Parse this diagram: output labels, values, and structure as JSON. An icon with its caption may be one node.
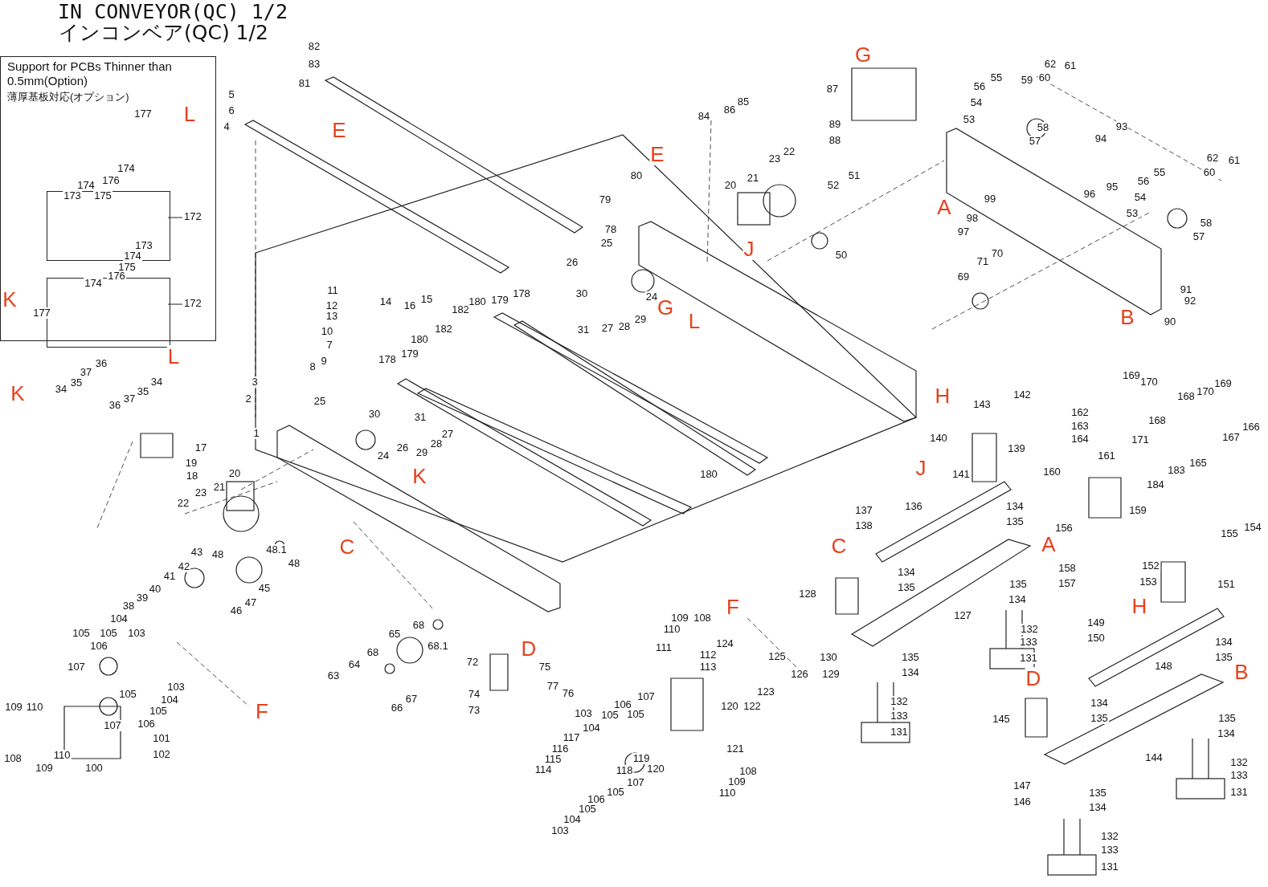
{
  "diagram": {
    "title": "IN CONVEYOR(QC) 1/2",
    "nodes": [
      {
        "text": [
          "Support for PCBs Thinner than 0.5mm(Option)",
          "薄厚基板対応(オプション)"
        ]
      },
      {
        "text": [],
        "shape": "box",
        "in": 0,
        "beside": [
          "172"
        ]
      },
      {
        "text": [],
        "shape": "box",
        "in": 0,
        "beside": [
          "172"
        ]
      }
    ],
    "edges": [],
    "labels": [
      "インコンベア(QC) 1/2",
      "L",
      "K",
      "L",
      "K",
      "E",
      "E",
      "G",
      "A",
      "J",
      "G",
      "L",
      "B",
      "H",
      "K",
      "C",
      "D",
      "F",
      "F",
      "C",
      "A",
      "J",
      "H",
      "D",
      "B",
      "82",
      "83",
      "81",
      "5",
      "6",
      "4",
      "177",
      "174",
      "173",
      "174",
      "176",
      "175",
      "173",
      "174",
      "175",
      "176",
      "174",
      "177",
      "36",
      "37",
      "35",
      "34",
      "36",
      "37",
      "35",
      "34",
      "11",
      "12",
      "13",
      "14",
      "16",
      "15",
      "10",
      "7",
      "9",
      "8",
      "182",
      "3",
      "2",
      "1",
      "178",
      "179",
      "180",
      "25",
      "30",
      "31",
      "26",
      "24",
      "29",
      "28",
      "27",
      "17",
      "19",
      "18",
      "20",
      "21",
      "23",
      "22",
      "43",
      "42",
      "41",
      "48",
      "45",
      "46",
      "47",
      "48.1",
      "48",
      "40",
      "39",
      "38",
      "104",
      "105",
      "106",
      "105",
      "103",
      "107",
      "103",
      "104",
      "105",
      "107",
      "106",
      "105",
      "109",
      "110",
      "108",
      "109",
      "110",
      "100",
      "101",
      "102",
      "65",
      "68",
      "68.1",
      "68",
      "64",
      "63",
      "66",
      "67",
      "72",
      "75",
      "74",
      "77",
      "76",
      "73",
      "180",
      "182",
      "180",
      "179",
      "178",
      "80",
      "79",
      "78",
      "25",
      "26",
      "30",
      "31",
      "24",
      "27",
      "28",
      "29",
      "84",
      "86",
      "85",
      "20",
      "21",
      "23",
      "22",
      "52",
      "51",
      "50",
      "87",
      "89",
      "88",
      "53",
      "56",
      "55",
      "54",
      "57",
      "58",
      "59",
      "60",
      "62",
      "61",
      "93",
      "94",
      "95",
      "96",
      "62",
      "60",
      "61",
      "55",
      "56",
      "54",
      "53",
      "58",
      "57",
      "99",
      "98",
      "97",
      "71",
      "70",
      "69",
      "91",
      "92",
      "90",
      "142",
      "143",
      "140",
      "141",
      "139",
      "137",
      "138",
      "136",
      "134",
      "135",
      "128",
      "134",
      "135",
      "127",
      "135",
      "134",
      "132",
      "133",
      "130",
      "135",
      "131",
      "129",
      "134",
      "132",
      "133",
      "131",
      "169",
      "170",
      "168",
      "169",
      "170",
      "168",
      "162",
      "163",
      "164",
      "161",
      "171",
      "167",
      "166",
      "183",
      "165",
      "184",
      "160",
      "159",
      "156",
      "158",
      "157",
      "155",
      "154",
      "152",
      "153",
      "151",
      "149",
      "150",
      "148",
      "134",
      "135",
      "145",
      "134",
      "135",
      "144",
      "135",
      "134",
      "132",
      "133",
      "131",
      "147",
      "146",
      "135",
      "134",
      "132",
      "133",
      "131",
      "109",
      "110",
      "108",
      "111",
      "112",
      "113",
      "124",
      "125",
      "126",
      "123",
      "120",
      "122",
      "107",
      "105",
      "106",
      "103",
      "105",
      "104",
      "117",
      "116",
      "115",
      "114",
      "119",
      "118",
      "120",
      "121",
      "108",
      "109",
      "110",
      "107",
      "105",
      "106",
      "104",
      "105",
      "103"
    ]
  }
}
